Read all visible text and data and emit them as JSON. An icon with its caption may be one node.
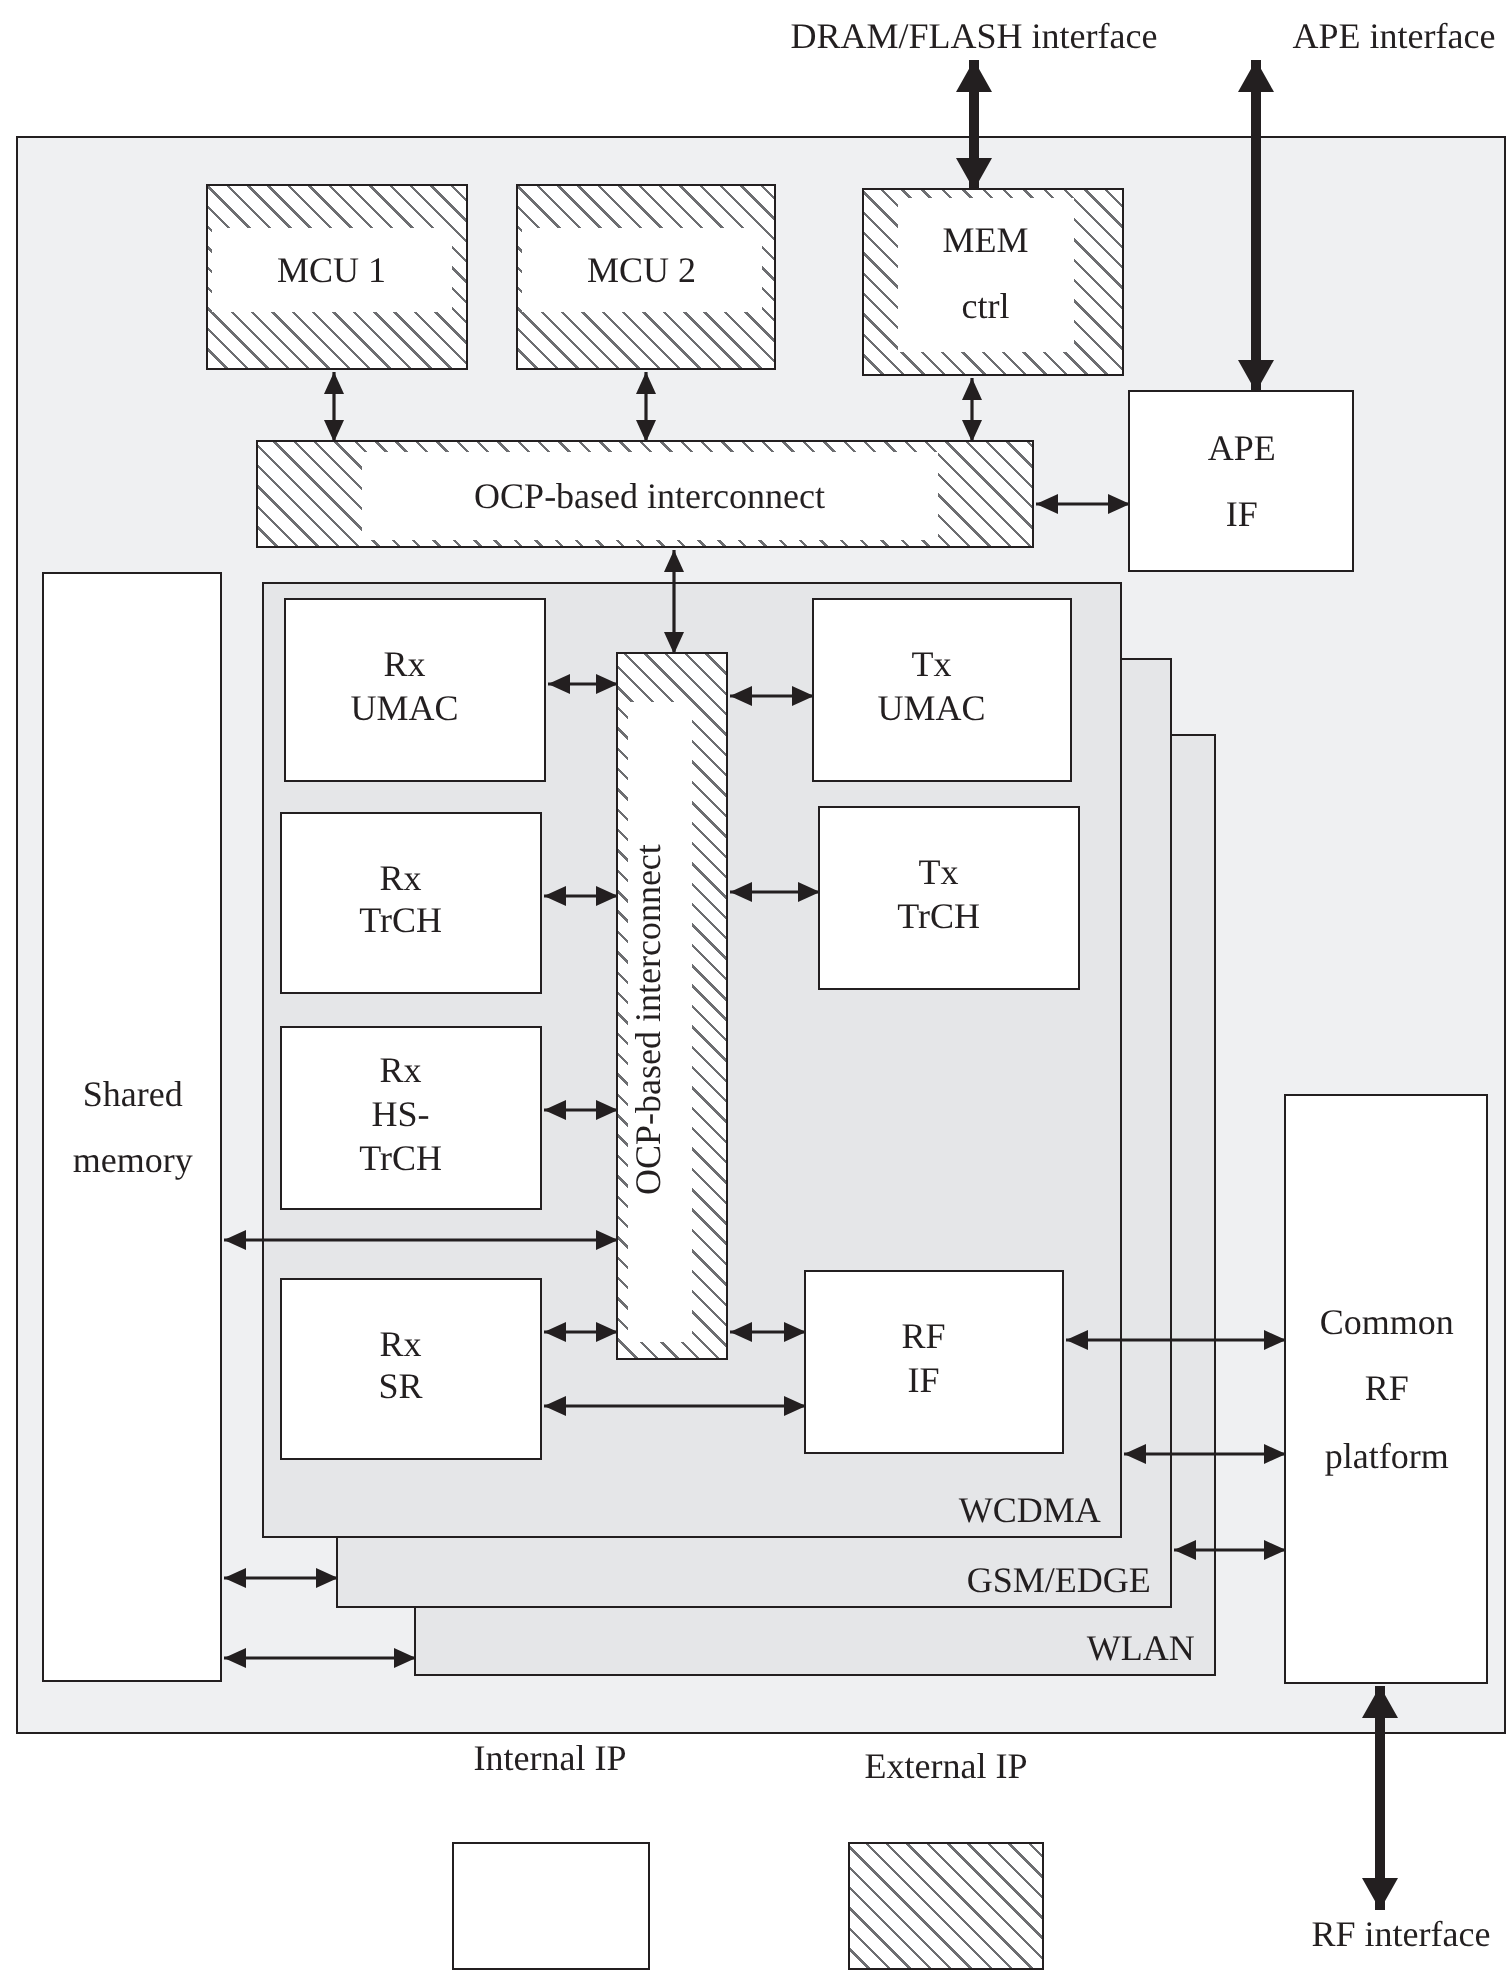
{
  "diagram": {
    "nodes": [
      {
        "text": [],
        "shape": "box"
      },
      {
        "text": [
          "MCU 1"
        ],
        "in": 0
      },
      {
        "text": [
          "MCU 2"
        ],
        "in": 0
      },
      {
        "text": [
          "MEM ctrl"
        ],
        "in": 0
      },
      {
        "text": [
          "OCP-based interconnect"
        ],
        "in": 0
      },
      {
        "text": [
          "APE IF"
        ],
        "in": 0
      },
      {
        "text": [
          "Shared memory"
        ],
        "in": 0
      },
      {
        "text": [
          "WLAN"
        ],
        "in": 0
      },
      {
        "text": [
          "GSM/EDGE"
        ],
        "in": 0
      },
      {
        "text": [
          "WCDMA"
        ],
        "in": 0
      },
      {
        "text": [
          "Rx UMAC"
        ],
        "in": 9
      },
      {
        "text": [
          "OCP-based interconnect"
        ],
        "in": 9
      },
      {
        "text": [
          "Tx UMAC"
        ],
        "in": 9
      },
      {
        "text": [
          "Rx TrCH"
        ],
        "in": 9
      },
      {
        "text": [
          "Tx TrCH"
        ],
        "in": 9
      },
      {
        "text": [
          "Rx HS-TrCH"
        ],
        "in": 9
      },
      {
        "text": [
          "Rx SR"
        ],
        "in": 9
      },
      {
        "text": [
          "RF IF"
        ],
        "in": 9
      },
      {
        "text": [
          "Common RF platform"
        ],
        "in": 0
      },
      {
        "text": [
          "DRAM/FLASH interface"
        ]
      },
      {
        "text": [
          "APE interface"
        ]
      },
      {
        "text": [
          "RF interface"
        ]
      }
    ],
    "edges": [
      {
        "from": 3,
        "to": 19,
        "arrow": "both",
        "style": "thick"
      },
      {
        "from": 5,
        "to": 20,
        "arrow": "both",
        "style": "thick"
      },
      {
        "from": 18,
        "to": 21,
        "arrow": "both",
        "style": "thick"
      },
      {
        "from": 1,
        "to": 4,
        "arrow": "both"
      },
      {
        "from": 2,
        "to": 4,
        "arrow": "both"
      },
      {
        "from": 3,
        "to": 4,
        "arrow": "both"
      },
      {
        "from": 4,
        "to": 5,
        "arrow": "both"
      },
      {
        "from": 4,
        "to": 11,
        "arrow": "both"
      },
      {
        "from": 10,
        "to": 11,
        "arrow": "both"
      },
      {
        "from": 11,
        "to": 12,
        "arrow": "both"
      },
      {
        "from": 13,
        "to": 11,
        "arrow": "both"
      },
      {
        "from": 11,
        "to": 14,
        "arrow": "both"
      },
      {
        "from": 15,
        "to": 11,
        "arrow": "both"
      },
      {
        "from": 6,
        "to": 11,
        "arrow": "both"
      },
      {
        "from": 16,
        "to": 11,
        "arrow": "both"
      },
      {
        "from": 11,
        "to": 17,
        "arrow": "both"
      },
      {
        "from": 16,
        "to": 17,
        "arrow": "both"
      },
      {
        "from": 17,
        "to": 18,
        "arrow": "both"
      },
      {
        "from": 9,
        "to": 18,
        "arrow": "both"
      },
      {
        "from": 8,
        "to": 18,
        "arrow": "both"
      },
      {
        "from": 6,
        "to": 8,
        "arrow": "both"
      },
      {
        "from": 6,
        "to": 7,
        "arrow": "both"
      }
    ],
    "legend": [
      {
        "text": "Internal IP",
        "color": "#ffffff"
      },
      {
        "text": "External IP"
      }
    ]
  }
}
